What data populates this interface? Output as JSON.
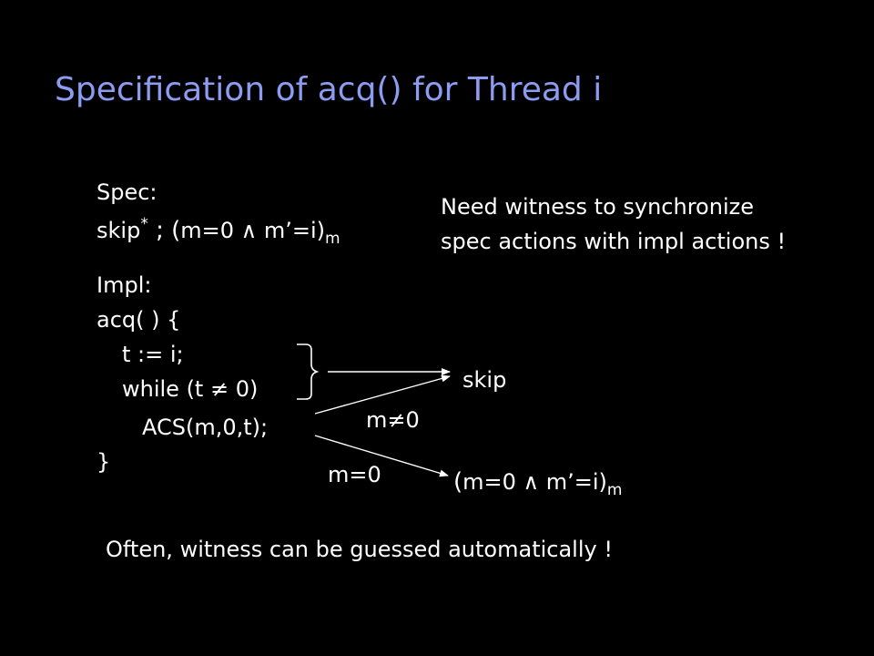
{
  "slide": {
    "title": "Specification of acq() for Thread i",
    "spec_label": "Spec:",
    "spec_formula": {
      "skip": "skip",
      "star": "*",
      "semi": " ; ",
      "paren": "(",
      "body": "m=0 ∧ m’=i)",
      "sub": "m"
    },
    "impl_label": "Impl:",
    "code_lines": [
      "acq( ) {",
      "t := i;",
      "while (t ≠ 0)",
      "ACS(m,0,t);",
      "}"
    ],
    "note_lines": [
      "Need witness to synchronize",
      "spec actions with impl actions !"
    ],
    "arrow_targets": {
      "skip": "skip",
      "acq_paren": "(",
      "acq_body": "m=0 ∧ m’=i)",
      "acq_sub": "m"
    },
    "arrow_labels": {
      "neq": "m≠0",
      "eq": "m=0"
    },
    "footer": "Often, witness can be guessed automatically !"
  },
  "colors": {
    "background": "#000000",
    "title": "#8c9cf0",
    "text": "#ffffff"
  }
}
